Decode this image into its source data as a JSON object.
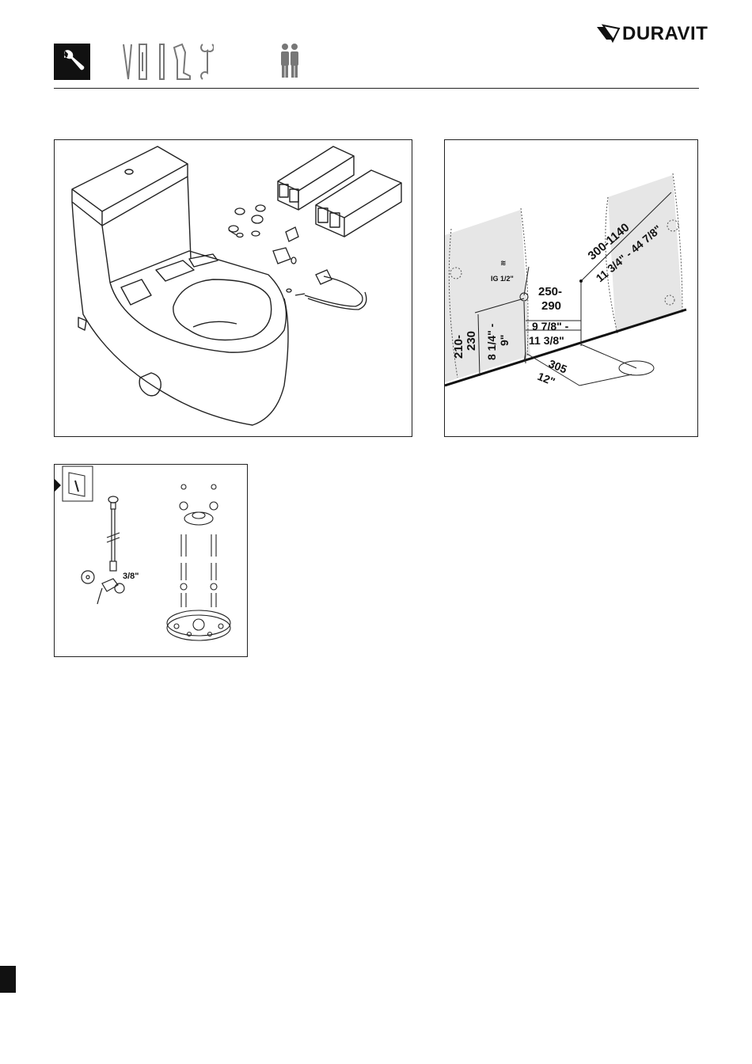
{
  "header": {
    "brand": "DURAVIT"
  },
  "icons": {
    "tools_badge": "wrench-icon",
    "tool_set": [
      "spirit-level-icon",
      "drill-icon",
      "wrench-icon"
    ],
    "persons": "two-persons-icon",
    "manual": "manual-book-icon"
  },
  "dimensions": {
    "distance_wall": "300-1140",
    "distance_wall_in": "11 3/4\" - 44 7/8\"",
    "connection": "IG 1/2\"",
    "width_mm_a": "250-",
    "width_mm_b": "290",
    "width_in_a": "9 7/8\" -",
    "width_in_b": "11 3/8\"",
    "height_mm_a": "210-",
    "height_mm_b": "230",
    "height_in_a": "8 1/4\" -",
    "height_in_b": "9\"",
    "floor_mm": "305",
    "floor_in": "12\"",
    "fitting_size": "3/8\""
  },
  "colors": {
    "ink": "#111111",
    "shade": "#e6e6e6"
  }
}
